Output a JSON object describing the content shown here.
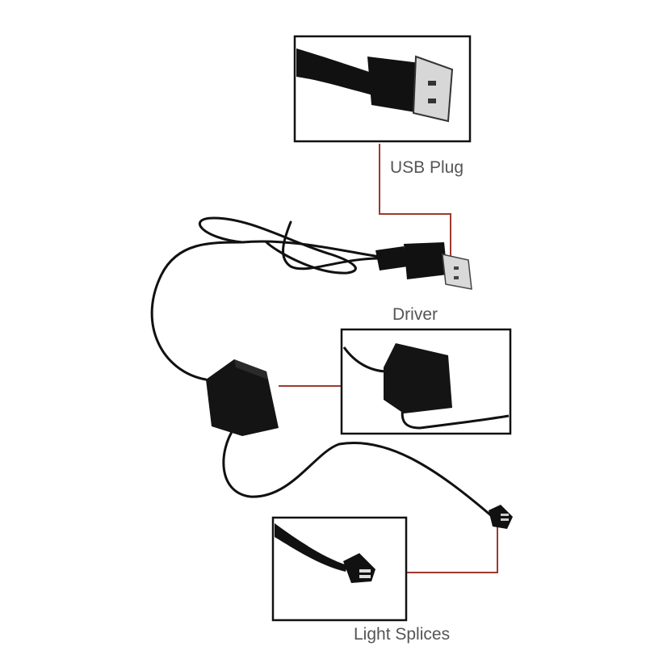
{
  "labels": {
    "usb_plug": "USB Plug",
    "driver": "Driver",
    "light_splices": "Light Splices"
  },
  "colors": {
    "callout_line": "#9b3a2e",
    "cable": "#111111",
    "frame": "#111111"
  },
  "icons": [
    "usb-plug-icon",
    "driver-box-icon",
    "jst-connector-icon",
    "cable-icon"
  ]
}
